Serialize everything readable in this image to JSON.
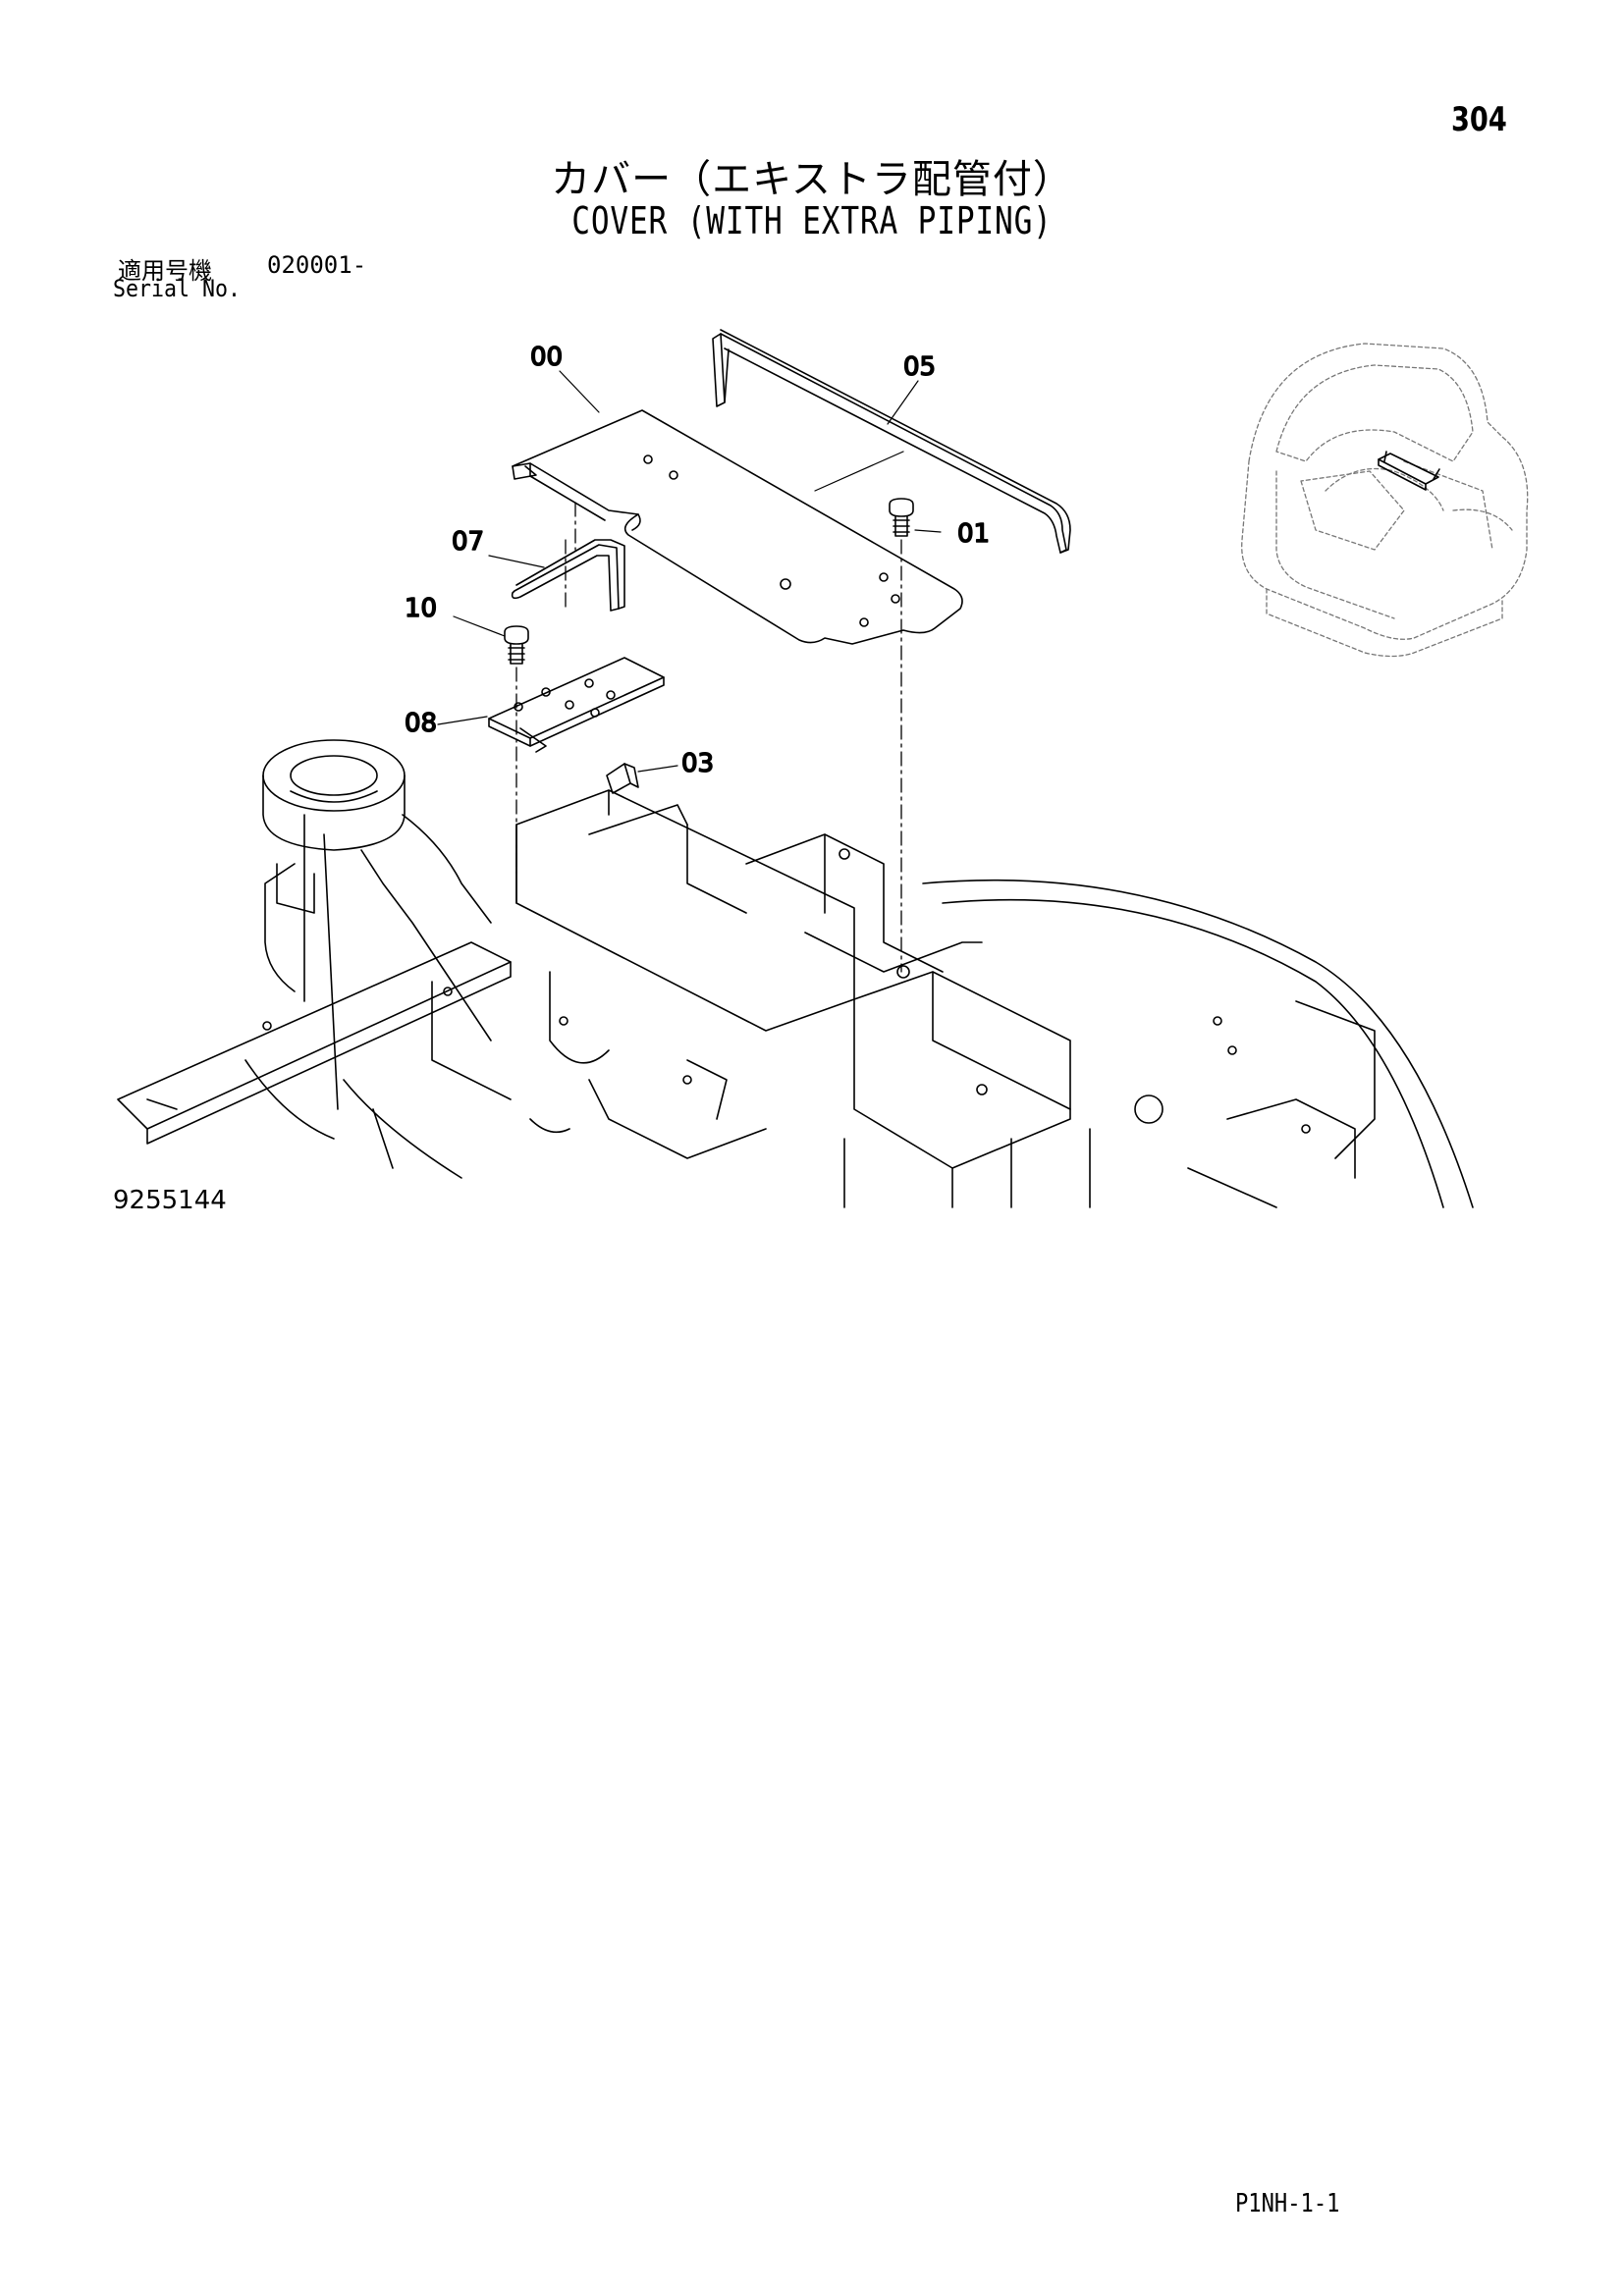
{
  "page": {
    "number": "304",
    "title_ja": "カバー（エキストラ配管付）",
    "title_en": "COVER (WITH EXTRA PIPING)",
    "serial_label_ja": "適用号機",
    "serial_range": "020001-",
    "serial_label_en": "Serial No.",
    "drawing_number": "9255144",
    "page_code": "P1NH-1-1"
  },
  "callouts": [
    {
      "id": "00",
      "label": "00"
    },
    {
      "id": "05",
      "label": "05"
    },
    {
      "id": "01",
      "label": "01"
    },
    {
      "id": "07",
      "label": "07"
    },
    {
      "id": "10",
      "label": "10"
    },
    {
      "id": "08",
      "label": "08"
    },
    {
      "id": "03",
      "label": "03"
    }
  ]
}
